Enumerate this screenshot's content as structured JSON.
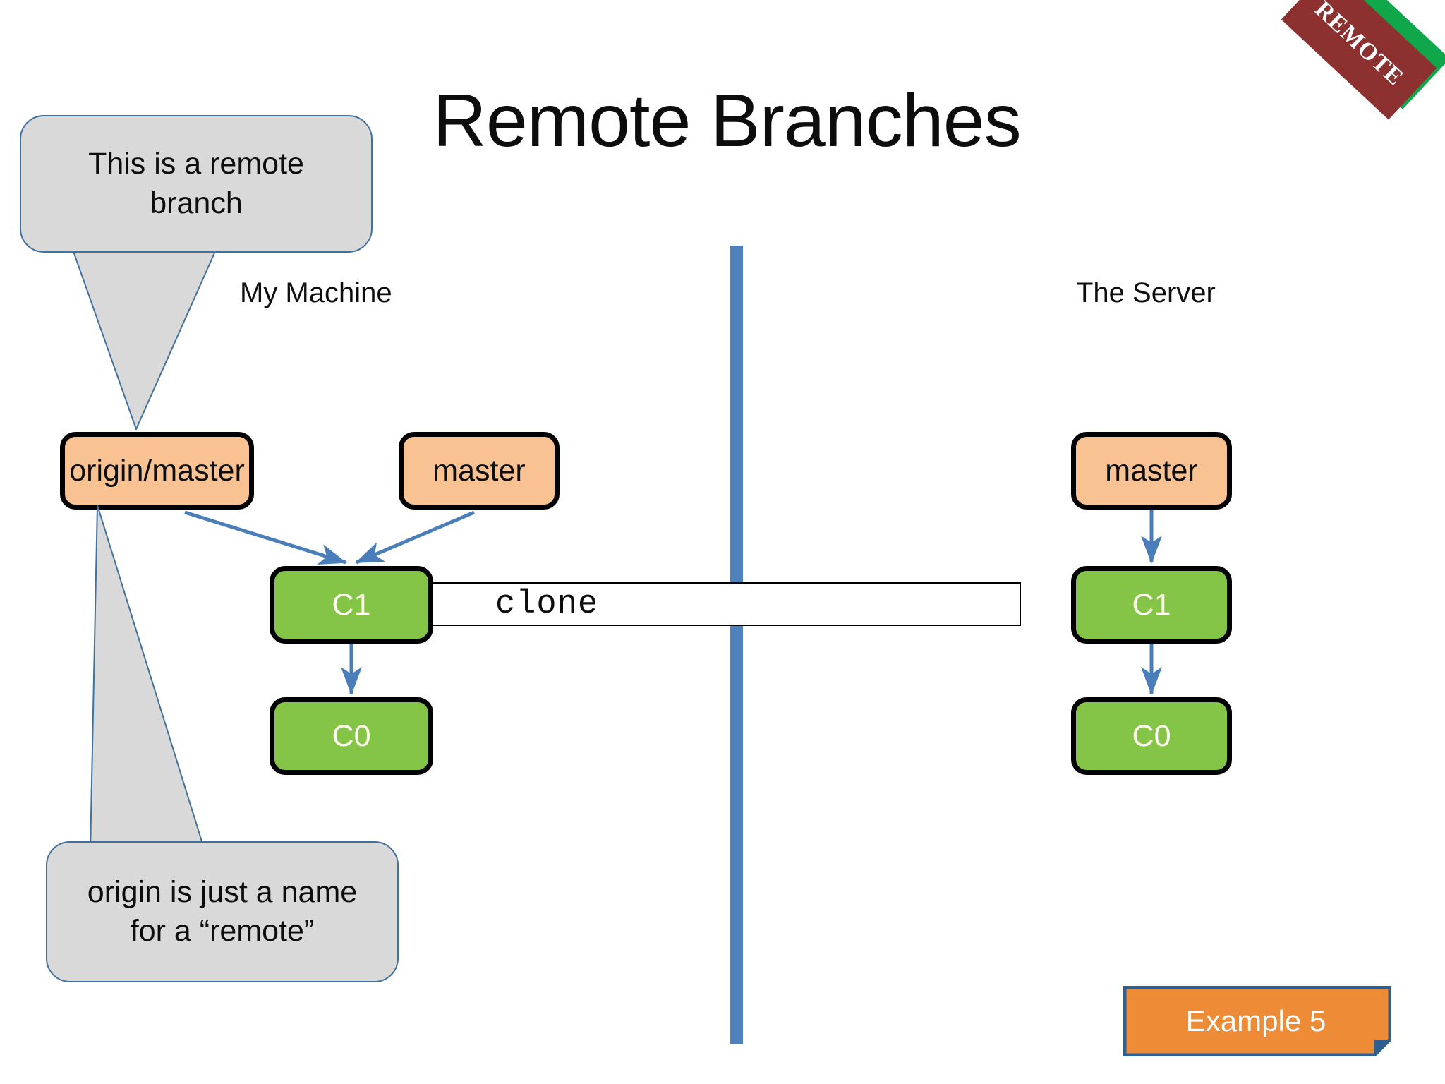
{
  "slide": {
    "title": "Remote Branches",
    "background_color": "#ffffff"
  },
  "stamp": {
    "label": "REMOTE",
    "red_color": "#8C3030",
    "green_color": "#10A64A",
    "text_color": "#ffffff"
  },
  "columns": {
    "left_label": "My Machine",
    "right_label": "The Server",
    "divider_color": "#4F81BD"
  },
  "callouts": [
    {
      "name": "remote-branch-callout",
      "line1": "This is a remote",
      "line2": "branch",
      "fill": "#D9D9D9",
      "border": "#41719C"
    },
    {
      "name": "origin-name-callout",
      "line1": "origin is just a name",
      "line2": "for a “remote”",
      "fill": "#D9D9D9",
      "border": "#41719C"
    }
  ],
  "my_machine": {
    "branches": [
      {
        "id": "origin-master",
        "label": "origin/master"
      },
      {
        "id": "local-master",
        "label": "master"
      }
    ],
    "commits": [
      {
        "id": "local-c1",
        "label": "C1"
      },
      {
        "id": "local-c0",
        "label": "C0"
      }
    ]
  },
  "the_server": {
    "branches": [
      {
        "id": "server-master",
        "label": "master"
      }
    ],
    "commits": [
      {
        "id": "server-c1",
        "label": "C1"
      },
      {
        "id": "server-c0",
        "label": "C0"
      }
    ]
  },
  "clone_bar": {
    "label": "clone"
  },
  "example_badge": {
    "label": "Example 5",
    "fill": "#ED8B36",
    "border": "#2E5F91",
    "text_color": "#ffffff"
  },
  "colors": {
    "branch_fill": "#F8C293",
    "commit_fill": "#84C446",
    "node_border": "#000000",
    "arrow_blue": "#4A7EBB"
  }
}
